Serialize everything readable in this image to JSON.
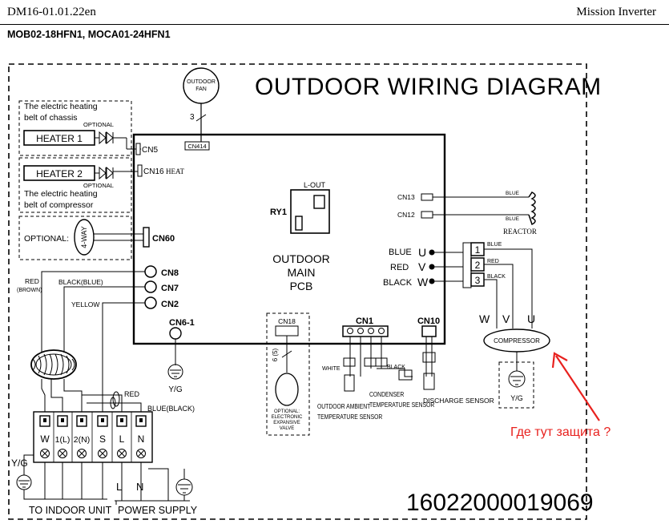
{
  "header": {
    "doc_id": "DM16-01.01.22en",
    "brand": "Mission Inverter"
  },
  "model_line": "MOB02-18HFN1, MOCA01-24HFN1",
  "diagram": {
    "title": "OUTDOOR  WIRING  DIAGRAM",
    "part_number": "16022000019069",
    "outdoor_fan": [
      "OUTDOOR",
      "FAN"
    ],
    "fan_wire_count": "3",
    "cn414": "CN414",
    "heater1": {
      "desc": [
        "The electric heating",
        "belt of chassis"
      ],
      "optional": "OPTIONAL",
      "label": "HEATER 1",
      "connector": "CN5"
    },
    "heater2": {
      "label": "HEATER 2",
      "optional": "OPTIONAL",
      "connector": "CN16",
      "connector_note": "HEAT",
      "desc": [
        "The electric heating",
        "belt of compressor"
      ]
    },
    "fourway": {
      "optional": "OPTIONAL:",
      "label": "4-WAY",
      "connector": "CN60"
    },
    "pcb": {
      "label": [
        "OUTDOOR",
        "MAIN",
        "PCB"
      ],
      "ry1": "RY1",
      "lout": "L-OUT",
      "cn13": "CN13",
      "cn12": "CN12",
      "cn8": "CN8",
      "cn7": "CN7",
      "cn2": "CN2",
      "cn6_1": "CN6-1",
      "cn1": "CN1",
      "cn10": "CN10",
      "uvw": [
        {
          "color": "BLUE",
          "phase": "U"
        },
        {
          "color": "RED",
          "phase": "V"
        },
        {
          "color": "BLACK",
          "phase": "W"
        }
      ]
    },
    "reactor": {
      "label": "REACTOR",
      "wire1": "BLUE",
      "wire2": "BLUE"
    },
    "compressor_terminal": [
      {
        "num": "1",
        "color": "BLUE"
      },
      {
        "num": "2",
        "color": "RED"
      },
      {
        "num": "3",
        "color": "BLACK"
      }
    ],
    "compressor": {
      "label": "COMPRESSOR",
      "w": "W",
      "v": "V",
      "u": "U",
      "ground": "Y/G"
    },
    "wire_labels": {
      "red_brown": [
        "RED",
        "(BROWN)"
      ],
      "black_blue": "BLACK(BLUE)",
      "yellow": "YELLOW",
      "red": "RED",
      "blue_black": "BLUE(BLACK)",
      "white": "WHITE",
      "black": "BLACK"
    },
    "ground_pcb": "Y/G",
    "cn18": {
      "label": "CN18",
      "wires": "6 (5)",
      "note": [
        "OPTIONAL:",
        "ELECTRONIC",
        "EXPANSIVE",
        "VALVE"
      ]
    },
    "sensors": {
      "ambient": [
        "OUTDOOR AMBIENT",
        "TEMPERATURE SENSOR"
      ],
      "condenser": [
        "CONDENSER",
        "TEMPERATURE SENSOR"
      ],
      "discharge": "DISCHARGE SENSOR"
    },
    "terminal_block": [
      "W",
      "1(L)",
      "2(N)",
      "S",
      "L",
      "N"
    ],
    "yg_left": "Y/G",
    "ln_l": "L",
    "ln_n": "N",
    "bottom_labels": {
      "indoor": "TO  INDOOR  UNIT",
      "power": "POWER  SUPPLY"
    }
  },
  "annotation": {
    "text": "Где тут защита ?",
    "color": "#e8211e"
  }
}
